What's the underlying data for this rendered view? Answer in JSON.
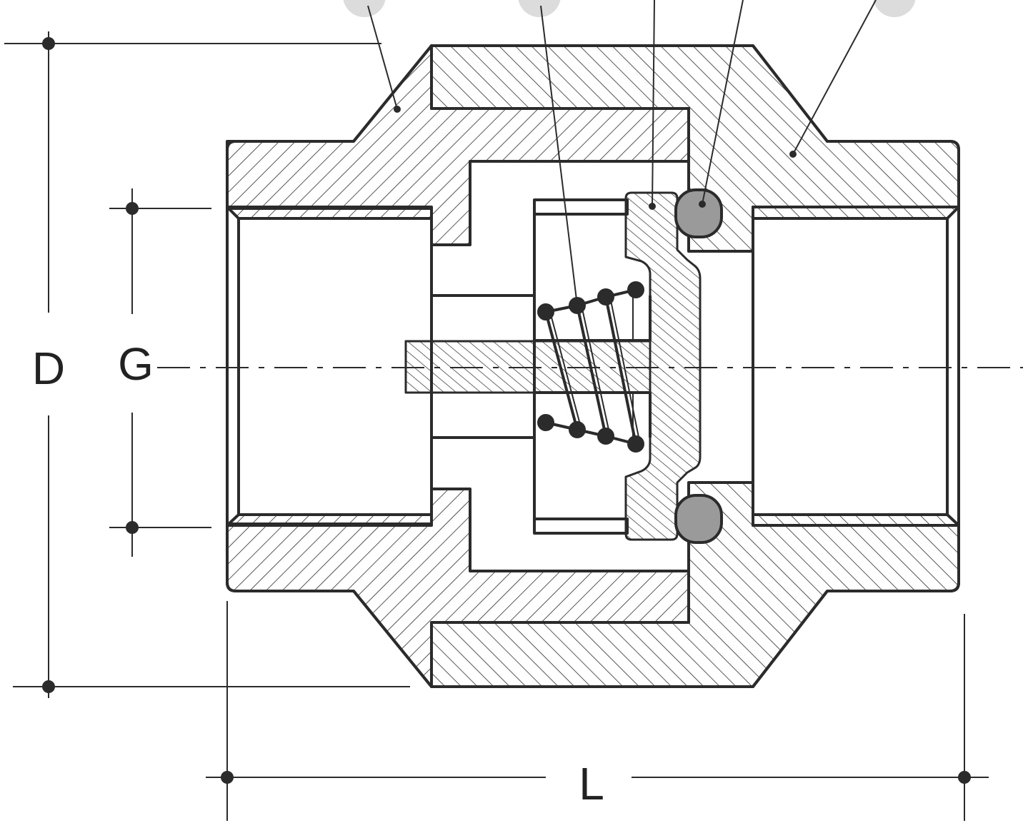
{
  "dimensions": {
    "outer_diameter_label": "D",
    "thread_size_label": "G",
    "length_label": "L"
  },
  "colors": {
    "line": "#2b2b2b",
    "seal_fill": "#9a9a9a",
    "background": "#ffffff"
  },
  "parts": [
    "body-left",
    "union-nut",
    "body-right",
    "valve-disc",
    "spring",
    "o-ring-seal",
    "guide-stem"
  ]
}
